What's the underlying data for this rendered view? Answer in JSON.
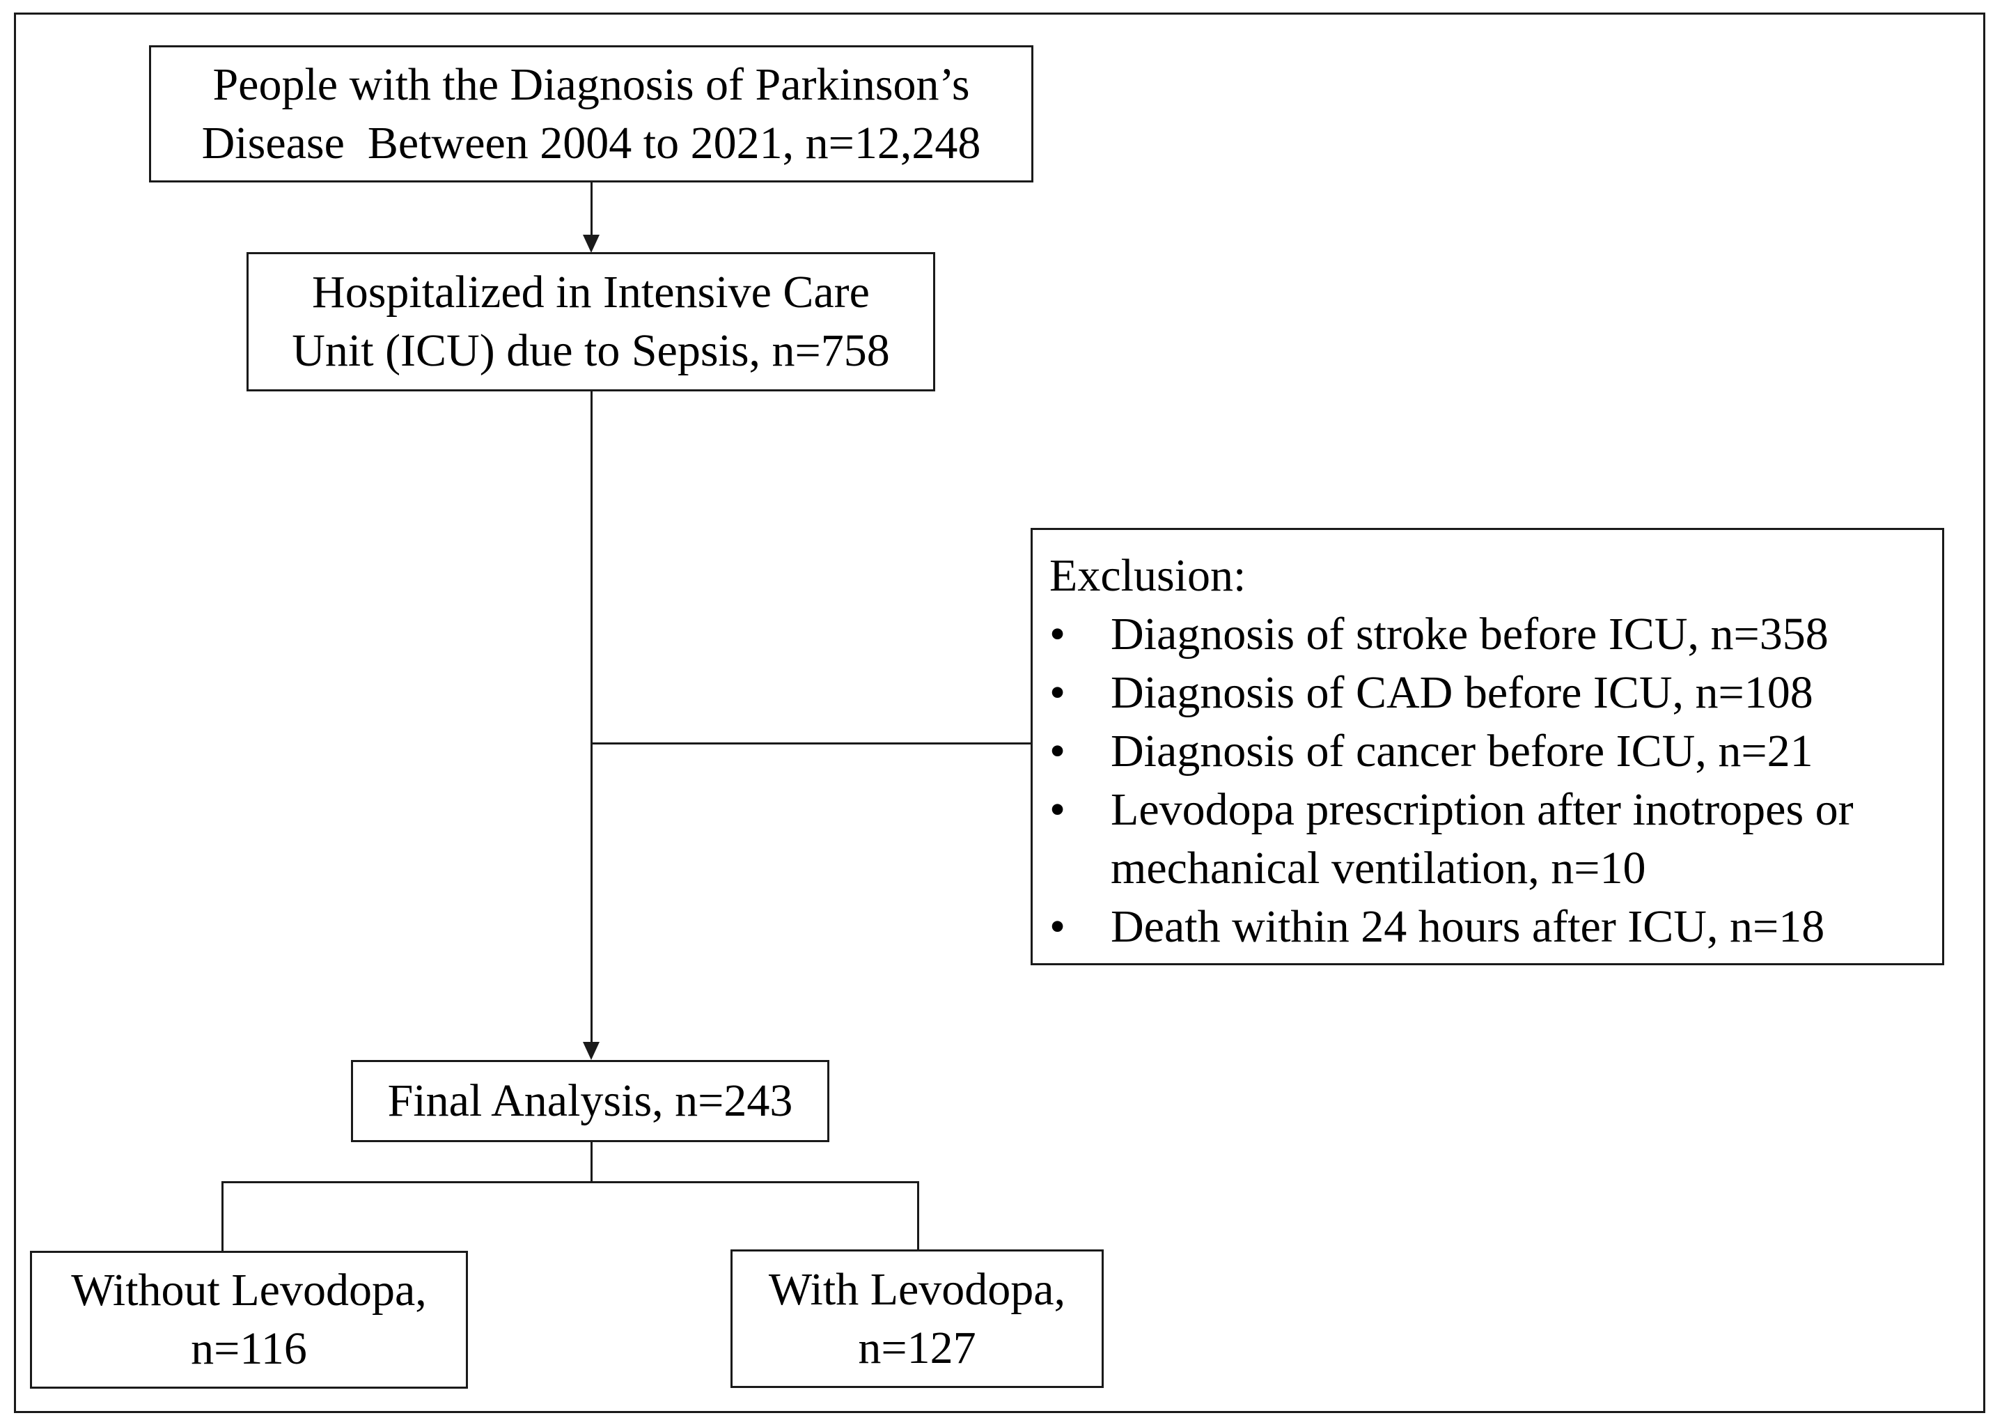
{
  "flowchart": {
    "population": {
      "line1": "People with the Diagnosis of Parkinson’s",
      "line2": "Disease  Between 2004 to 2021, n=12,248"
    },
    "icu": {
      "line1": "Hospitalized in Intensive Care",
      "line2": "Unit (ICU) due to Sepsis, n=758"
    },
    "exclusion": {
      "title": "Exclusion:",
      "bullet": "•",
      "items": [
        {
          "line1": "Diagnosis of stroke before ICU, n=358"
        },
        {
          "line1": "Diagnosis of CAD before ICU, n=108"
        },
        {
          "line1": "Diagnosis of cancer before ICU, n=21"
        },
        {
          "line1": "Levodopa prescription after inotropes or",
          "line2": "mechanical ventilation, n=10"
        },
        {
          "line1": "Death within 24 hours after ICU, n=18"
        }
      ]
    },
    "final": {
      "line1": "Final Analysis, n=243"
    },
    "without": {
      "line1": "Without Levodopa,",
      "line2": "n=116"
    },
    "with": {
      "line1": "With Levodopa,",
      "line2": "n=127"
    }
  }
}
